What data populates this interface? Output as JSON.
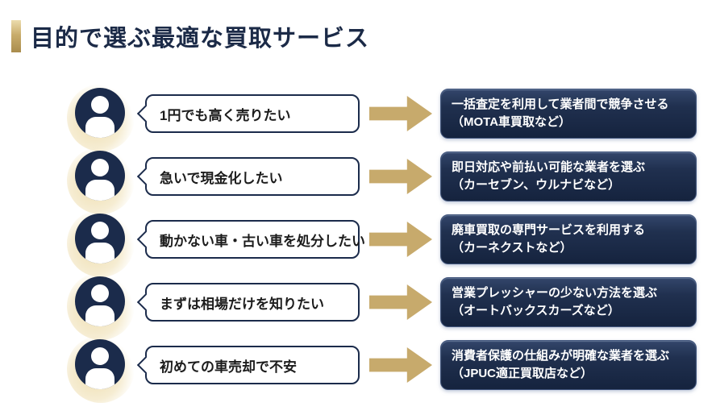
{
  "title": "目的で選ぶ最適な買取サービス",
  "colors": {
    "navy": "#1b2b4b",
    "title_text": "#1b2a47",
    "gold_arrow": "#c7aa6c",
    "gold_bar_top": "#ecdcae",
    "gold_bar_bottom": "#a98c4d",
    "result_box_bg": "#1c2c4e",
    "result_box_text": "#ffffff",
    "bubble_bg": "#ffffff",
    "bubble_text": "#1c1c1c"
  },
  "rows": [
    {
      "need": "1円でも高く売りたい",
      "solution": "一括査定を利用して業者間で競争させる",
      "example": "（MOTA車買取など）"
    },
    {
      "need": "急いで現金化したい",
      "solution": "即日対応や前払い可能な業者を選ぶ",
      "example": "（カーセブン、ウルナビなど）"
    },
    {
      "need": "動かない車・古い車を処分したい",
      "solution": "廃車買取の専門サービスを利用する",
      "example": "（カーネクストなど）"
    },
    {
      "need": "まずは相場だけを知りたい",
      "solution": "営業プレッシャーの少ない方法を選ぶ",
      "example": "（オートバックスカーズなど）"
    },
    {
      "need": "初めての車売却で不安",
      "solution": "消費者保護の仕組みが明確な業者を選ぶ",
      "example": "（JPUC適正買取店など）"
    }
  ]
}
